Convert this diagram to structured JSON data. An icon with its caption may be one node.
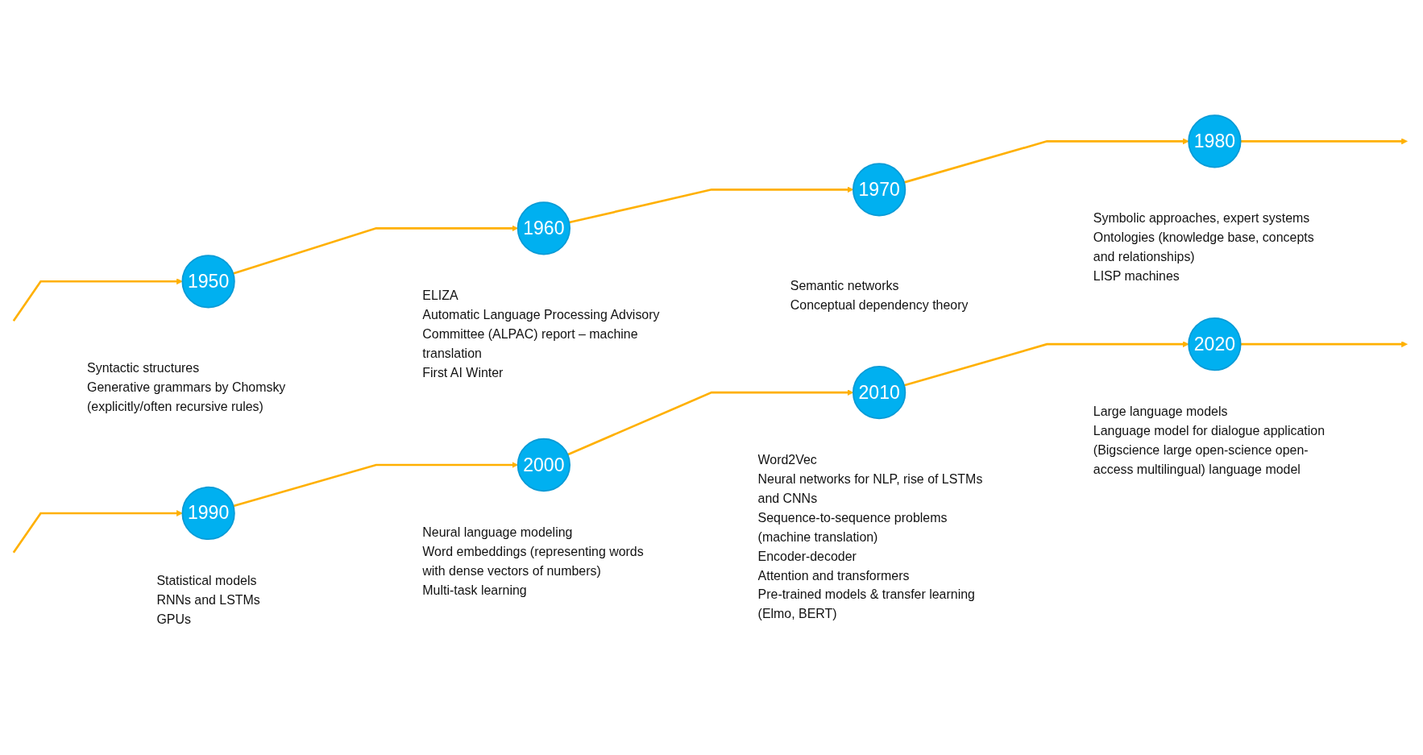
{
  "diagram": {
    "nodes": [
      {
        "text": [
          "1950"
        ],
        "beside": [
          "Syntactic structures",
          "Generative grammars by Chomsky (explicitly/often recursive rules)"
        ]
      },
      {
        "text": [
          "1960"
        ],
        "beside": [
          "ELIZA",
          "Automatic Language Processing Advisory Committee (ALPAC) report – machine translation",
          "First AI Winter"
        ]
      },
      {
        "text": [
          "1970"
        ],
        "beside": [
          "Semantic networks",
          "Conceptual dependency theory"
        ]
      },
      {
        "text": [
          "1980"
        ],
        "beside": [
          "Symbolic approaches, expert systems",
          "Ontologies (knowledge base, concepts and relationships)",
          "LISP machines"
        ]
      },
      {
        "text": [
          "1990"
        ],
        "beside": [
          "Statistical models",
          "RNNs and LSTMs",
          "GPUs"
        ]
      },
      {
        "text": [
          "2000"
        ],
        "beside": [
          "Neural language modeling",
          "Word embeddings (representing words with dense vectors of numbers)",
          "Multi-task learning"
        ]
      },
      {
        "text": [
          "2010"
        ],
        "beside": [
          "Word2Vec",
          "Neural networks for NLP, rise of LSTMs and CNNs",
          "Sequence-to-sequence problems (machine translation)",
          "Encoder-decoder",
          "Attention and transformers",
          "Pre-trained models & transfer learning (Elmo, BERT)"
        ]
      },
      {
        "text": [
          "2020"
        ],
        "beside": [
          "Large language models",
          "Language model for dialogue application",
          "(Bigscience large open-science open-access multilingual) language model"
        ]
      }
    ],
    "edges": [
      {
        "from": null,
        "to": 0,
        "arrow": "to"
      },
      {
        "from": 0,
        "to": 1,
        "arrow": "to"
      },
      {
        "from": 1,
        "to": 2,
        "arrow": "to"
      },
      {
        "from": 2,
        "to": 3,
        "arrow": "to"
      },
      {
        "from": 3,
        "to": null,
        "arrow": "to"
      },
      {
        "from": null,
        "to": 4,
        "arrow": "to"
      },
      {
        "from": 4,
        "to": 5,
        "arrow": "to"
      },
      {
        "from": 5,
        "to": 6,
        "arrow": "to"
      },
      {
        "from": 6,
        "to": 7,
        "arrow": "to"
      },
      {
        "from": 7,
        "to": null,
        "arrow": "to"
      }
    ]
  }
}
